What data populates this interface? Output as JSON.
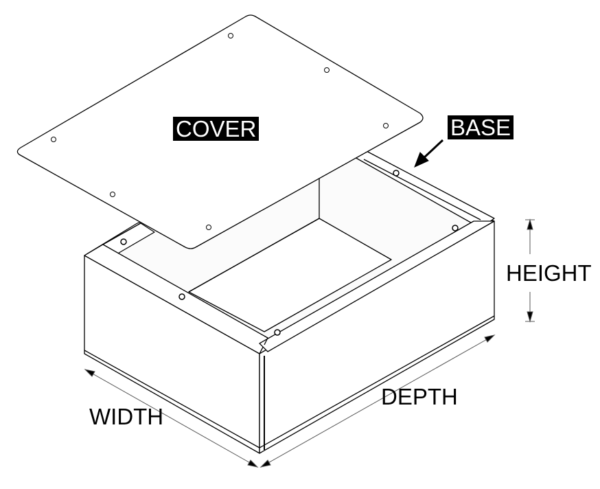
{
  "labels": {
    "cover": "COVER",
    "base": "BASE",
    "height": "HEIGHT",
    "depth": "DEPTH",
    "width": "WIDTH"
  },
  "colors": {
    "line": "#000000",
    "panel": "#ffffff",
    "shade": "#f4f4f4"
  }
}
